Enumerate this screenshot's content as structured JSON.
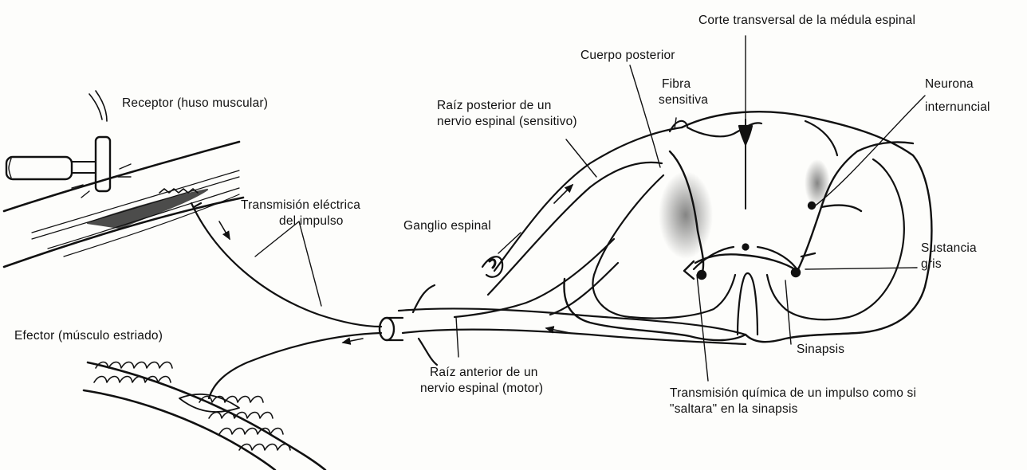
{
  "labels": {
    "corte_transversal": "Corte transversal de la médula espinal",
    "cuerpo_posterior": "Cuerpo posterior",
    "fibra_sensitiva_1": "Fibra",
    "fibra_sensitiva_2": "sensitiva",
    "neurona_internuncial_1": "Neurona",
    "neurona_internuncial_2": "internuncial",
    "receptor": "Receptor (huso muscular)",
    "raiz_posterior_1": "Raíz posterior de un",
    "raiz_posterior_2": "nervio espinal (sensitivo)",
    "transmision_electrica_1": "Transmisión eléctrica",
    "transmision_electrica_2": "del impulso",
    "ganglio_espinal": "Ganglio espinal",
    "sustancia_gris_1": "Sustancia",
    "sustancia_gris_2": "gris",
    "efector": "Efector (músculo estriado)",
    "sinapsis": "Sinapsis",
    "raiz_anterior_1": "Raíz anterior de un",
    "raiz_anterior_2": "nervio espinal (motor)",
    "transmision_quimica_1": "Transmisión química de un impulso como si",
    "transmision_quimica_2": "\"saltara\" en la sinapsis"
  },
  "colors": {
    "ink": "#111111",
    "paper": "#fdfdfb"
  },
  "icons": {
    "hammer": "reflex-hammer-icon"
  }
}
